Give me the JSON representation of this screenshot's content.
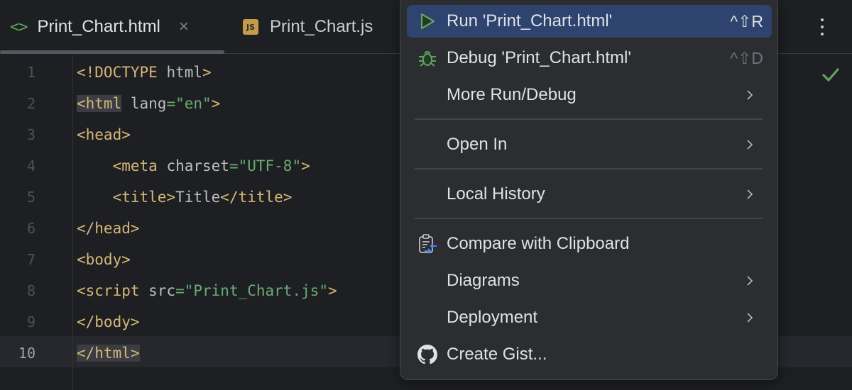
{
  "tabs": [
    {
      "label": "Print_Chart.html",
      "icon": "html-icon",
      "active": true,
      "closable": true
    },
    {
      "label": "Print_Chart.js",
      "icon": "js-icon",
      "icon_text": "JS",
      "active": false
    }
  ],
  "tab_glyphs": {
    "html": "<>",
    "close": "×"
  },
  "editor": {
    "line_numbers": [
      "1",
      "2",
      "3",
      "4",
      "5",
      "6",
      "7",
      "8",
      "9",
      "10"
    ],
    "current_line": 10,
    "lines": [
      "<!DOCTYPE html>",
      "<html lang=\"en\">",
      "<head>",
      "    <meta charset=\"UTF-8\">",
      "    <title>Title</title>",
      "</head>",
      "<body>",
      "<script src=\"Print_Chart.js\">",
      "</body>",
      "</html>"
    ],
    "inspection_status": "ok"
  },
  "menu": {
    "items": [
      {
        "label": "Run 'Print_Chart.html'",
        "shortcut": "^⇧R",
        "icon": "run-icon",
        "selected": true
      },
      {
        "label": "Debug 'Print_Chart.html'",
        "shortcut": "^⇧D",
        "icon": "debug-icon"
      },
      {
        "label": "More Run/Debug",
        "submenu": true
      },
      {
        "label": "Open In",
        "submenu": true
      },
      {
        "label": "Local History",
        "submenu": true
      },
      {
        "label": "Compare with Clipboard",
        "icon": "compare-clipboard-icon"
      },
      {
        "label": "Diagrams",
        "submenu": true
      },
      {
        "label": "Deployment",
        "submenu": true
      },
      {
        "label": "Create Gist...",
        "icon": "github-icon"
      }
    ]
  },
  "colors": {
    "accent_selected": "#2e436e",
    "run_green": "#5fa55f",
    "tag": "#d5b778",
    "string": "#6aab73",
    "compare_blue": "#548af7"
  }
}
